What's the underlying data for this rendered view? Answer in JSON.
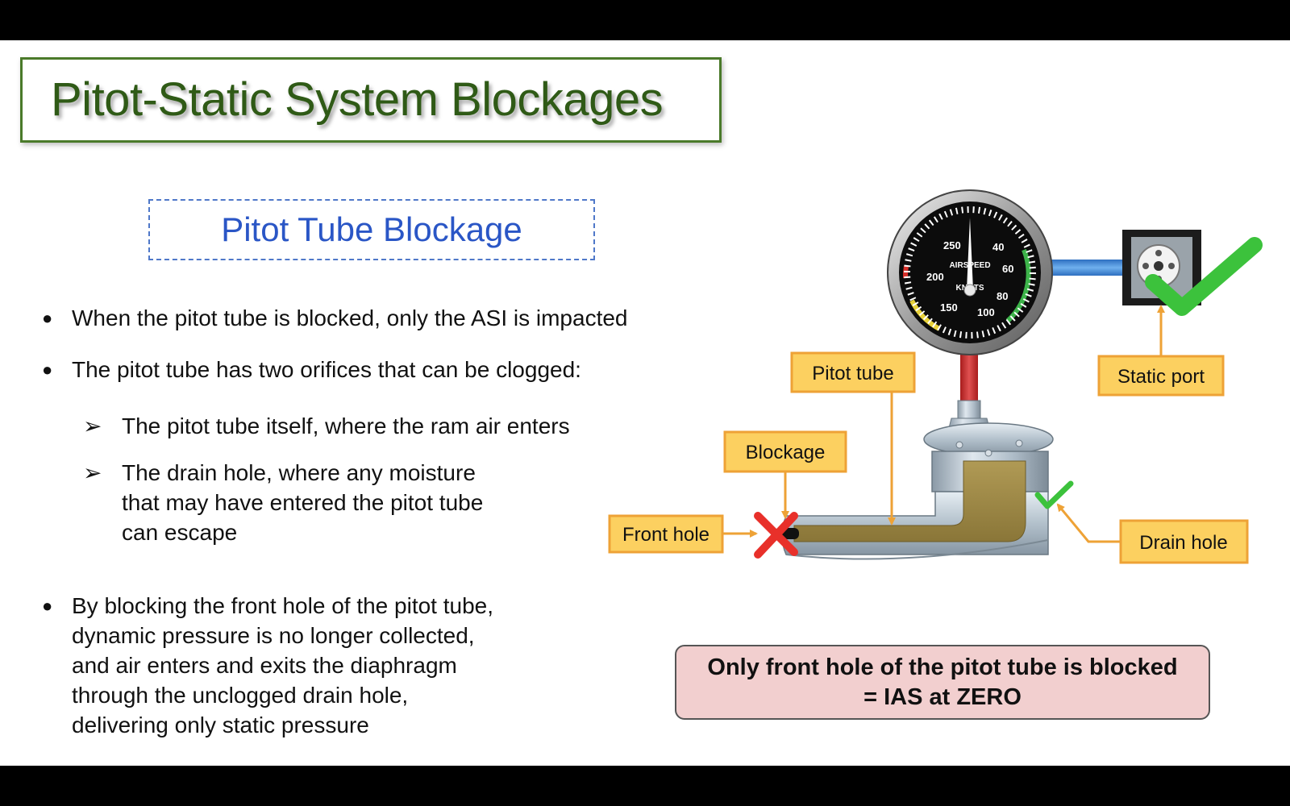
{
  "title": "Pitot-Static System Blockages",
  "subtitle": "Pitot Tube Blockage",
  "bullets": {
    "b1": "When the pitot tube is blocked, only the ASI is impacted",
    "b2": "The pitot tube has two orifices that can be clogged:",
    "sub1": "The pitot tube itself, where the ram air enters",
    "sub2": "The drain hole, where any moisture\nthat may have entered the pitot tube\ncan escape",
    "b3": "By blocking the front hole of the pitot tube,\ndynamic pressure is no longer collected,\nand air enters and exits the diaphragm\nthrough the unclogged drain hole,\ndelivering only static pressure",
    "bullet_mark": "●",
    "sub_mark": "➢"
  },
  "result": {
    "line1": "Only front hole of the pitot tube is blocked",
    "line2": "= IAS at ZERO"
  },
  "diagram": {
    "labels": {
      "pitot_tube": "Pitot tube",
      "static_port": "Static port",
      "blockage": "Blockage",
      "front_hole": "Front hole",
      "drain_hole": "Drain hole"
    },
    "gauge": {
      "ticks": [
        "250",
        "40",
        "60",
        "200",
        "80",
        "150",
        "100"
      ],
      "word_top": "AIRSPEED",
      "word_bottom": "KNOTS"
    },
    "icons": {
      "static_port_status": "check-icon",
      "drain_hole_status": "check-icon",
      "front_hole_status": "cross-icon"
    }
  },
  "colors": {
    "title_green": "#2f5a16",
    "subtitle_blue": "#2a56c6",
    "callout_fill": "#fcd060",
    "callout_border": "#eea236",
    "result_fill": "#f2cfcf",
    "check_green": "#3cc23c",
    "cross_red": "#e8302a"
  }
}
